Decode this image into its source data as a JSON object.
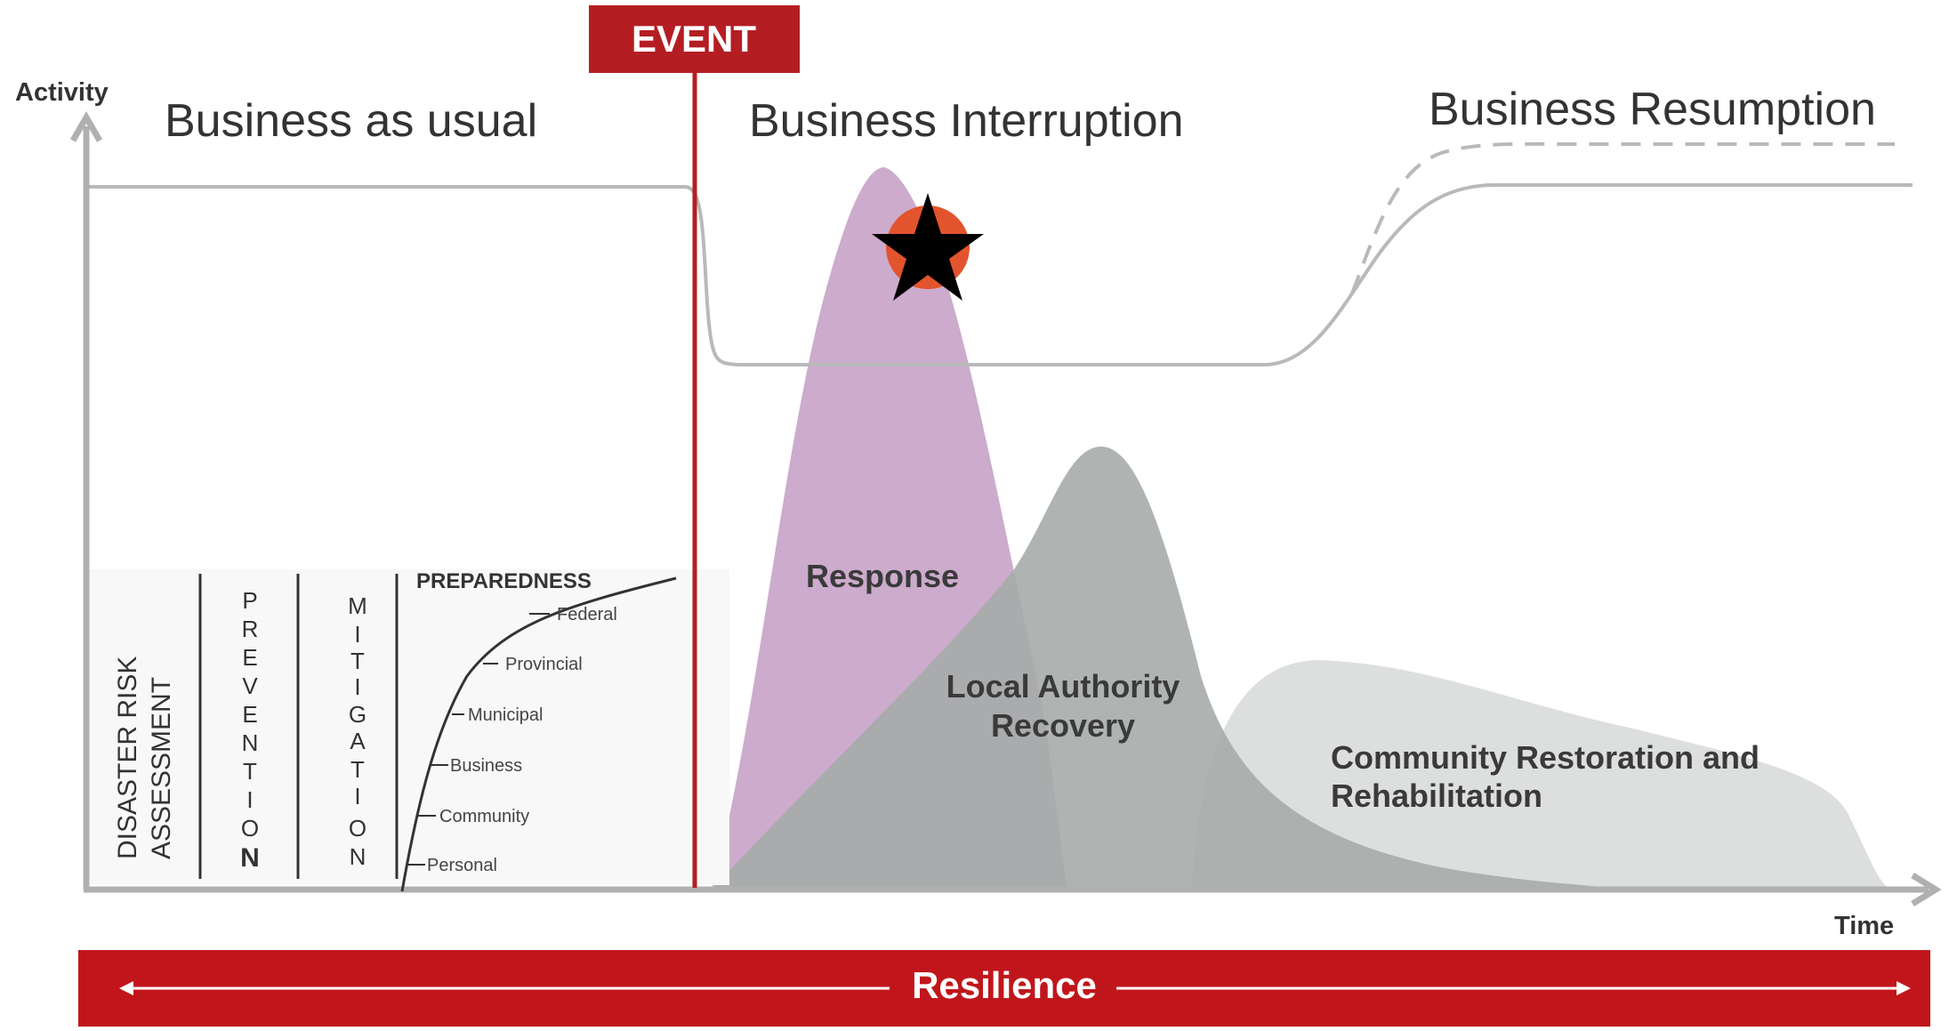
{
  "axes": {
    "y_label": "Activity",
    "x_label": "Time"
  },
  "event": {
    "label": "EVENT"
  },
  "phases": {
    "before": "Business as usual",
    "during": "Business Interruption",
    "after": "Business Resumption"
  },
  "curves": {
    "response": "Response",
    "local_recovery_line1": "Local Authority",
    "local_recovery_line2": "Recovery",
    "community_line1": "Community Restoration and",
    "community_line2": "Rehabilitation"
  },
  "preparedness": {
    "assessment_line1": "DISASTER RISK",
    "assessment_line2": "ASSESSMENT",
    "prevention": [
      "P",
      "R",
      "E",
      "V",
      "E",
      "N",
      "T",
      "I",
      "O",
      "N"
    ],
    "mitigation": [
      "M",
      "I",
      "T",
      "I",
      "G",
      "A",
      "T",
      "I",
      "O",
      "N"
    ],
    "title": "PREPAREDNESS",
    "levels": [
      "Federal",
      "Provincial",
      "Municipal",
      "Business",
      "Community",
      "Personal"
    ]
  },
  "footer": {
    "label": "Resilience"
  },
  "colors": {
    "event_red": "#b41e23",
    "resilience_red": "#c0161b",
    "response_fill": "#c9a6c9",
    "recovery_fill": "#a8adab",
    "community_fill": "#d5d8d7",
    "activity_line": "#b9b9b9",
    "marker_circle": "#e2542d",
    "marker_star": "#000000"
  },
  "icons": {
    "axis_arrow": "arrow-head-icon",
    "marker": "star-icon"
  }
}
